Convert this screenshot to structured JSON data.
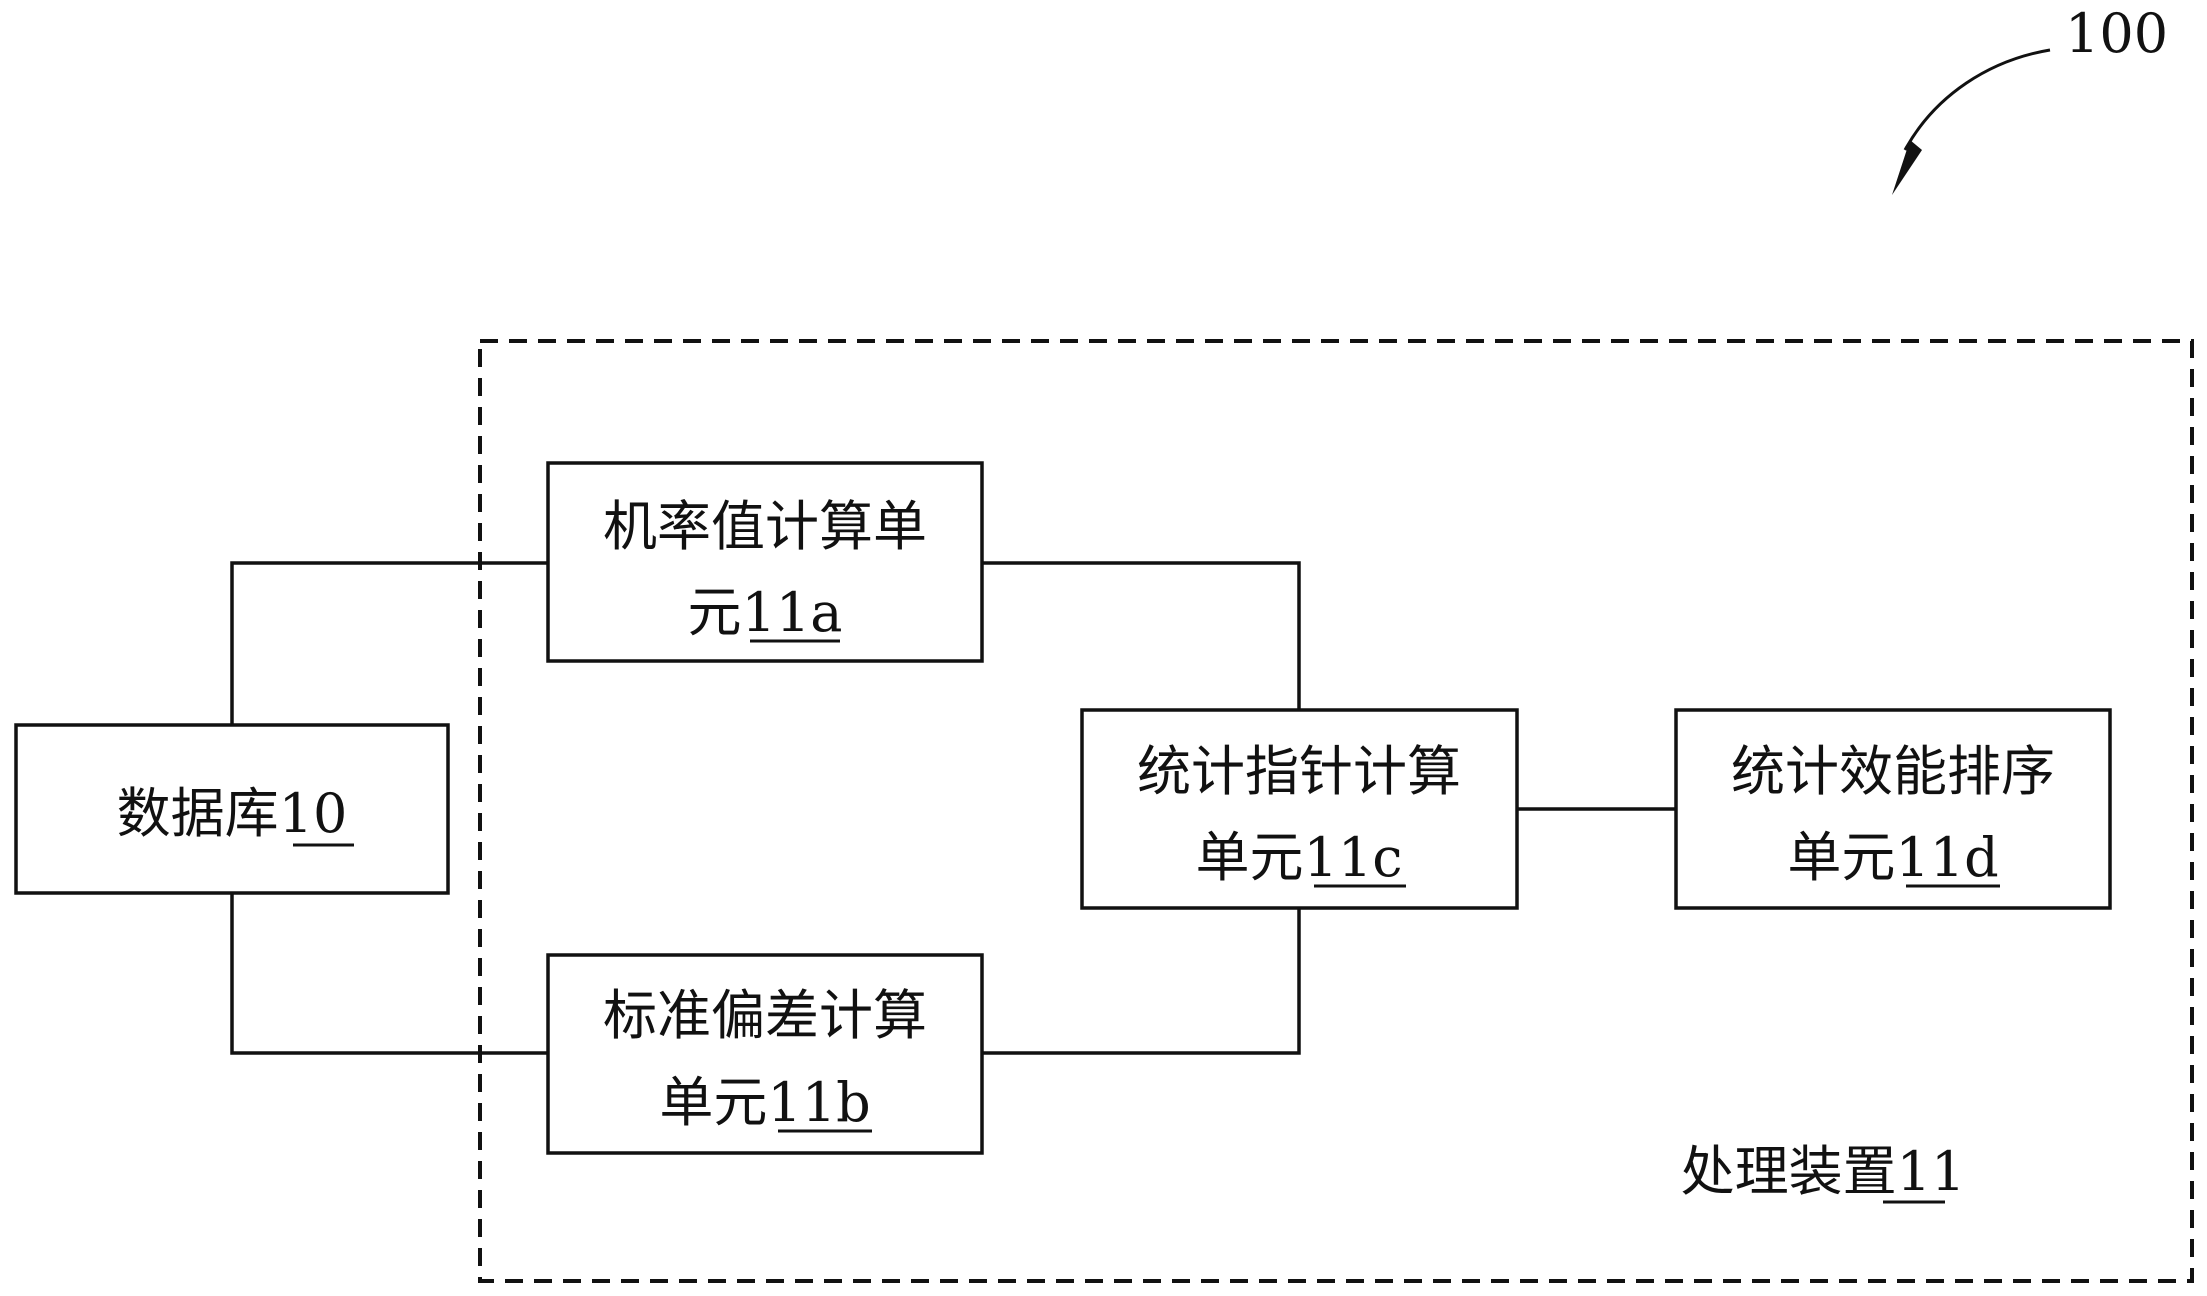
{
  "figure_ref": "100",
  "container": {
    "label": "处理装置",
    "ref": "11"
  },
  "nodes": {
    "database": {
      "line1_text": "数据库",
      "line1_ref": "10"
    },
    "probability_unit": {
      "line1_text": "机率值计算单",
      "line2_text": "元",
      "line2_ref": "11a"
    },
    "std_unit": {
      "line1_text": "标准偏差计算",
      "line2_text": "单元",
      "line2_ref": "11b"
    },
    "stat_index_unit": {
      "line1_text": "统计指针计算",
      "line2_text": "单元",
      "line2_ref": "11c"
    },
    "ranking_unit": {
      "line1_text": "统计效能排序",
      "line2_text": "单元",
      "line2_ref": "11d"
    }
  },
  "edges": [
    {
      "from": "database",
      "to": "probability_unit"
    },
    {
      "from": "database",
      "to": "std_unit"
    },
    {
      "from": "probability_unit",
      "to": "stat_index_unit"
    },
    {
      "from": "std_unit",
      "to": "stat_index_unit"
    },
    {
      "from": "stat_index_unit",
      "to": "ranking_unit"
    }
  ]
}
